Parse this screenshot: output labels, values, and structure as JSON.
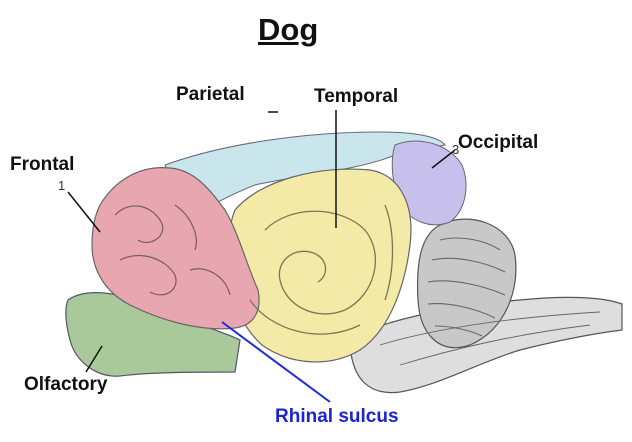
{
  "title": "Dog",
  "labels": {
    "parietal": "Parietal",
    "temporal": "Temporal",
    "occipital": "Occipital",
    "frontal": "Frontal",
    "olfactory": "Olfactory",
    "rhinal_sulcus": "Rhinal sulcus"
  },
  "markers": {
    "frontal_num": "1",
    "occipital_num": "3"
  },
  "colors": {
    "frontal": "#e8a7b0",
    "parietal": "#c9e6ec",
    "temporal": "#f3eaa8",
    "occipital": "#c7c0ec",
    "olfactory": "#a9c99a",
    "cerebellum": "#c8c8c8",
    "brainstem": "#dedede",
    "rhinal_label": "#1a24d6",
    "rhinal_line": "#1f2bd8"
  }
}
